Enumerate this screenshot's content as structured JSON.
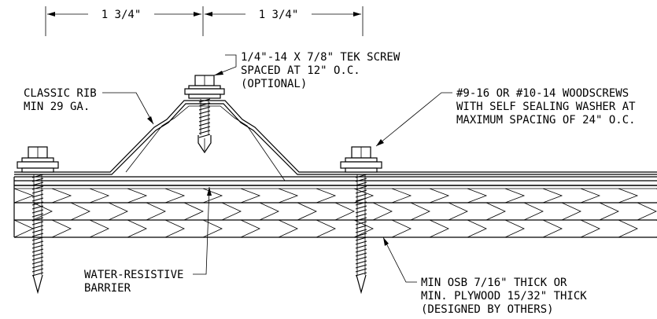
{
  "dimensions": {
    "left": "1 3/4\"",
    "right": "1 3/4\""
  },
  "callouts": {
    "tek_screw": [
      "1/4\"-14 X 7/8\" TEK SCREW",
      "SPACED AT 12\" O.C.",
      "(OPTIONAL)"
    ],
    "classic_rib": [
      "CLASSIC RIB",
      "MIN 29 GA."
    ],
    "woodscrews": [
      "#9-16 OR #10-14 WOODSCREWS",
      "WITH SELF SEALING WASHER AT",
      "MAXIMUM SPACING OF 24\" O.C."
    ],
    "barrier": [
      "WATER-RESISTIVE",
      "BARRIER"
    ],
    "sheathing": [
      "MIN OSB 7/16\" THICK OR",
      "MIN. PLYWOOD 15/32\" THICK",
      "(DESIGNED BY OTHERS)"
    ]
  }
}
